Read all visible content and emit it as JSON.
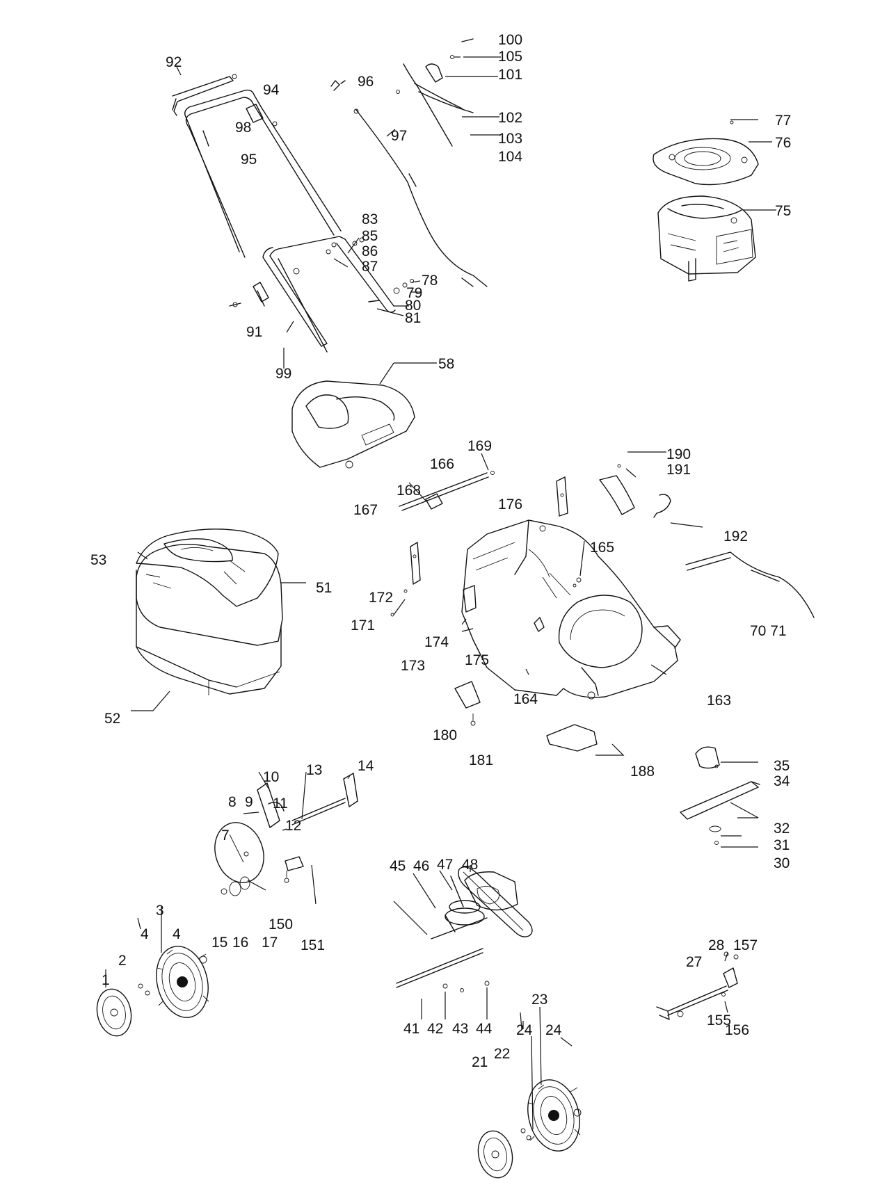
{
  "labels": [
    {
      "id": "p100",
      "text": "100"
    },
    {
      "id": "p105",
      "text": "105"
    },
    {
      "id": "p101",
      "text": "101"
    },
    {
      "id": "p92",
      "text": "92"
    },
    {
      "id": "p96",
      "text": "96"
    },
    {
      "id": "p94",
      "text": "94"
    },
    {
      "id": "p102",
      "text": "102"
    },
    {
      "id": "p98",
      "text": "98"
    },
    {
      "id": "p103",
      "text": "103"
    },
    {
      "id": "p104",
      "text": "104"
    },
    {
      "id": "p97",
      "text": "97"
    },
    {
      "id": "p95",
      "text": "95"
    },
    {
      "id": "p77",
      "text": "77"
    },
    {
      "id": "p76",
      "text": "76"
    },
    {
      "id": "p75",
      "text": "75"
    },
    {
      "id": "p83",
      "text": "83"
    },
    {
      "id": "p85",
      "text": "85"
    },
    {
      "id": "p86",
      "text": "86"
    },
    {
      "id": "p87",
      "text": "87"
    },
    {
      "id": "p78",
      "text": "78"
    },
    {
      "id": "p79",
      "text": "79"
    },
    {
      "id": "p80",
      "text": "80"
    },
    {
      "id": "p81",
      "text": "81"
    },
    {
      "id": "p91",
      "text": "91"
    },
    {
      "id": "p99",
      "text": "99"
    },
    {
      "id": "p58",
      "text": "58"
    },
    {
      "id": "p169",
      "text": "169"
    },
    {
      "id": "p166",
      "text": "166"
    },
    {
      "id": "p190",
      "text": "190"
    },
    {
      "id": "p191",
      "text": "191"
    },
    {
      "id": "p168",
      "text": "168"
    },
    {
      "id": "p167",
      "text": "167"
    },
    {
      "id": "p176",
      "text": "176"
    },
    {
      "id": "p192",
      "text": "192"
    },
    {
      "id": "p53",
      "text": "53"
    },
    {
      "id": "p165",
      "text": "165"
    },
    {
      "id": "p51",
      "text": "51"
    },
    {
      "id": "p172",
      "text": "172"
    },
    {
      "id": "p171",
      "text": "171"
    },
    {
      "id": "p70_71",
      "text": "70 71"
    },
    {
      "id": "p174",
      "text": "174"
    },
    {
      "id": "p175",
      "text": "175"
    },
    {
      "id": "p173",
      "text": "173"
    },
    {
      "id": "p164",
      "text": "164"
    },
    {
      "id": "p163",
      "text": "163"
    },
    {
      "id": "p52",
      "text": "52"
    },
    {
      "id": "p180",
      "text": "180"
    },
    {
      "id": "p181",
      "text": "181"
    },
    {
      "id": "p188",
      "text": "188"
    },
    {
      "id": "p35",
      "text": "35"
    },
    {
      "id": "p34",
      "text": "34"
    },
    {
      "id": "p14",
      "text": "14"
    },
    {
      "id": "p13",
      "text": "13"
    },
    {
      "id": "p10",
      "text": "10"
    },
    {
      "id": "p8",
      "text": "8"
    },
    {
      "id": "p9",
      "text": "9"
    },
    {
      "id": "p11",
      "text": "11"
    },
    {
      "id": "p12",
      "text": "12"
    },
    {
      "id": "p7",
      "text": "7"
    },
    {
      "id": "p32",
      "text": "32"
    },
    {
      "id": "p31",
      "text": "31"
    },
    {
      "id": "p30",
      "text": "30"
    },
    {
      "id": "p45",
      "text": "45"
    },
    {
      "id": "p46",
      "text": "46"
    },
    {
      "id": "p47",
      "text": "47"
    },
    {
      "id": "p48",
      "text": "48"
    },
    {
      "id": "p3",
      "text": "3"
    },
    {
      "id": "p150",
      "text": "150"
    },
    {
      "id": "p4a",
      "text": "4"
    },
    {
      "id": "p4b",
      "text": "4"
    },
    {
      "id": "p15",
      "text": "15"
    },
    {
      "id": "p16",
      "text": "16"
    },
    {
      "id": "p17",
      "text": "17"
    },
    {
      "id": "p151",
      "text": "151"
    },
    {
      "id": "p2",
      "text": "2"
    },
    {
      "id": "p28",
      "text": "28"
    },
    {
      "id": "p157",
      "text": "157"
    },
    {
      "id": "p27",
      "text": "27"
    },
    {
      "id": "p1",
      "text": "1"
    },
    {
      "id": "p23",
      "text": "23"
    },
    {
      "id": "p155",
      "text": "155"
    },
    {
      "id": "p41",
      "text": "41"
    },
    {
      "id": "p42",
      "text": "42"
    },
    {
      "id": "p43",
      "text": "43"
    },
    {
      "id": "p44",
      "text": "44"
    },
    {
      "id": "p24a",
      "text": "24"
    },
    {
      "id": "p24b",
      "text": "24"
    },
    {
      "id": "p156",
      "text": "156"
    },
    {
      "id": "p22",
      "text": "22"
    },
    {
      "id": "p21",
      "text": "21"
    }
  ]
}
